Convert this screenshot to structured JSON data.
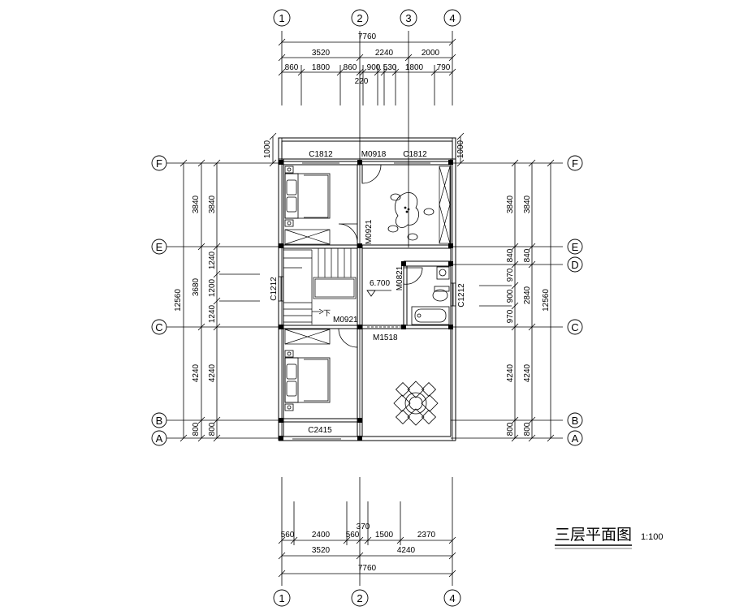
{
  "title": {
    "main": "三层平面图",
    "scale": "1:100"
  },
  "axes": {
    "num_1": "1",
    "num_2": "2",
    "num_3": "3",
    "num_4": "4",
    "A": "A",
    "B": "B",
    "C": "C",
    "D": "D",
    "E": "E",
    "F": "F"
  },
  "dims_top": {
    "overall": "7760",
    "seg1": "3520",
    "seg2": "2240",
    "seg3": "2000",
    "d1": "860",
    "d2": "1800",
    "d3": "860",
    "d4": "900",
    "d5": "530",
    "d6": "1800",
    "d7": "790",
    "d8": "220"
  },
  "dims_bottom": {
    "overall": "7760",
    "seg1": "3520",
    "seg2": "4240",
    "d1": "560",
    "d2": "2400",
    "d3": "560",
    "d4": "1500",
    "d5": "2370",
    "d6": "370"
  },
  "dims_left": {
    "overall": "12560",
    "f_e": "3840",
    "f_e_inner": "3840",
    "e_c": "3680",
    "w1": "1240",
    "w2": "1200",
    "w3": "1240",
    "c_b": "4240",
    "c_b_inner": "4240",
    "b_a": "800",
    "b_a_inner": "800",
    "canopy": "1000"
  },
  "dims_right": {
    "overall": "12560",
    "f_e": "3840",
    "f_e_inner": "3840",
    "e_d": "840",
    "e_d_inner": "840",
    "d_c": "2840",
    "w1": "970",
    "w2": "900",
    "w3": "970",
    "c_b": "4240",
    "c_b_inner": "4240",
    "b_a": "800",
    "b_a_inner": "800",
    "canopy": "1000"
  },
  "labels": {
    "c1812_left": "C1812",
    "m0918": "M0918",
    "c1812_right": "C1812",
    "m0921_upper": "M0921",
    "c1212_left": "C1212",
    "m0821": "M0821",
    "c1212_right": "C1212",
    "elevation": "6.700",
    "m0921_lower": "M0921",
    "m1518": "M1518",
    "c2415": "C2415",
    "down": "下"
  }
}
